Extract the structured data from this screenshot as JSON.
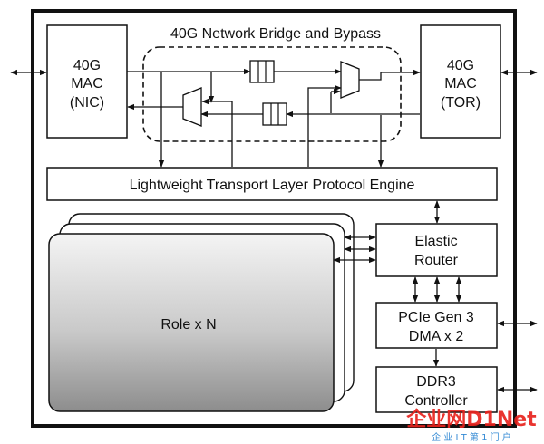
{
  "bridge": {
    "title": "40G Network Bridge and Bypass"
  },
  "mac_nic": {
    "line1": "40G",
    "line2": "MAC",
    "line3": "(NIC)"
  },
  "mac_tor": {
    "line1": "40G",
    "line2": "MAC",
    "line3": "(TOR)"
  },
  "ltl": {
    "label": "Lightweight Transport Layer Protocol Engine"
  },
  "role": {
    "label": "Role x N"
  },
  "router": {
    "line1": "Elastic",
    "line2": "Router"
  },
  "pcie": {
    "line1": "PCIe Gen 3",
    "line2": "DMA x 2"
  },
  "ddr": {
    "line1": "DDR3",
    "line2": "Controller"
  },
  "watermark": {
    "brand": "企业网D1Net",
    "sub": "企 业 I T 第 1 门 户"
  },
  "colors": {
    "stroke": "#111111",
    "watermark_red": "#e8231e",
    "watermark_blue": "#1f7ed0"
  }
}
